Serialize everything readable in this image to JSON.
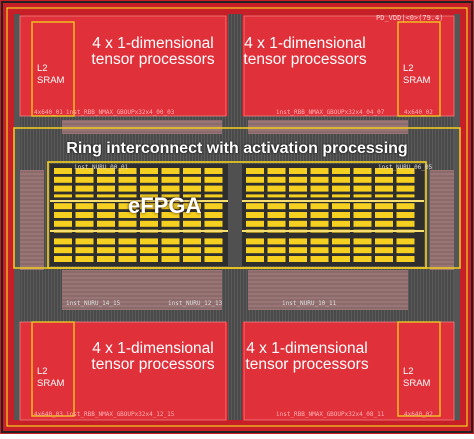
{
  "diagram": {
    "tensor_label_line1": "4 x 1-dimensional",
    "tensor_label_line2": "tensor processors",
    "sram_line1": "L2",
    "sram_line2": "SRAM",
    "ring_label": "Ring interconnect with activation processing",
    "efpga_label": "eFPGA",
    "pin_label": "PD_VDD|<0>(79.4)",
    "inst_labels": {
      "top_left": "inst_RBB_NMAX_GBOUPx32x4_00_03",
      "top_right": "inst_RBB_NMAX_GBOUPx32x4_04_07",
      "bottom_left": "inst_RBB_NMAX_GBOUPx32x4_12_15",
      "bottom_right": "inst_RBB_NMAX_GBOUPx32x4_08_11",
      "mid_tl": "inst_NURU_00_01",
      "mid_tr": "inst_NURU_06_05",
      "mid_bl": "inst_NURU_14_15",
      "mid_bc": "inst_NURU_12_13",
      "mid_br": "inst_NURU_10_11",
      "sram_tl": "4x640_01",
      "sram_tr": "4x640_02",
      "sram_bl": "4x640_03",
      "sram_br": "4x640_02"
    },
    "colors": {
      "tensor_block": "#e0303a",
      "frame": "#d8232b",
      "outline": "#f5d020",
      "fabric_bg": "#3a3a3a",
      "efpga_fill": "#f5d020"
    }
  }
}
